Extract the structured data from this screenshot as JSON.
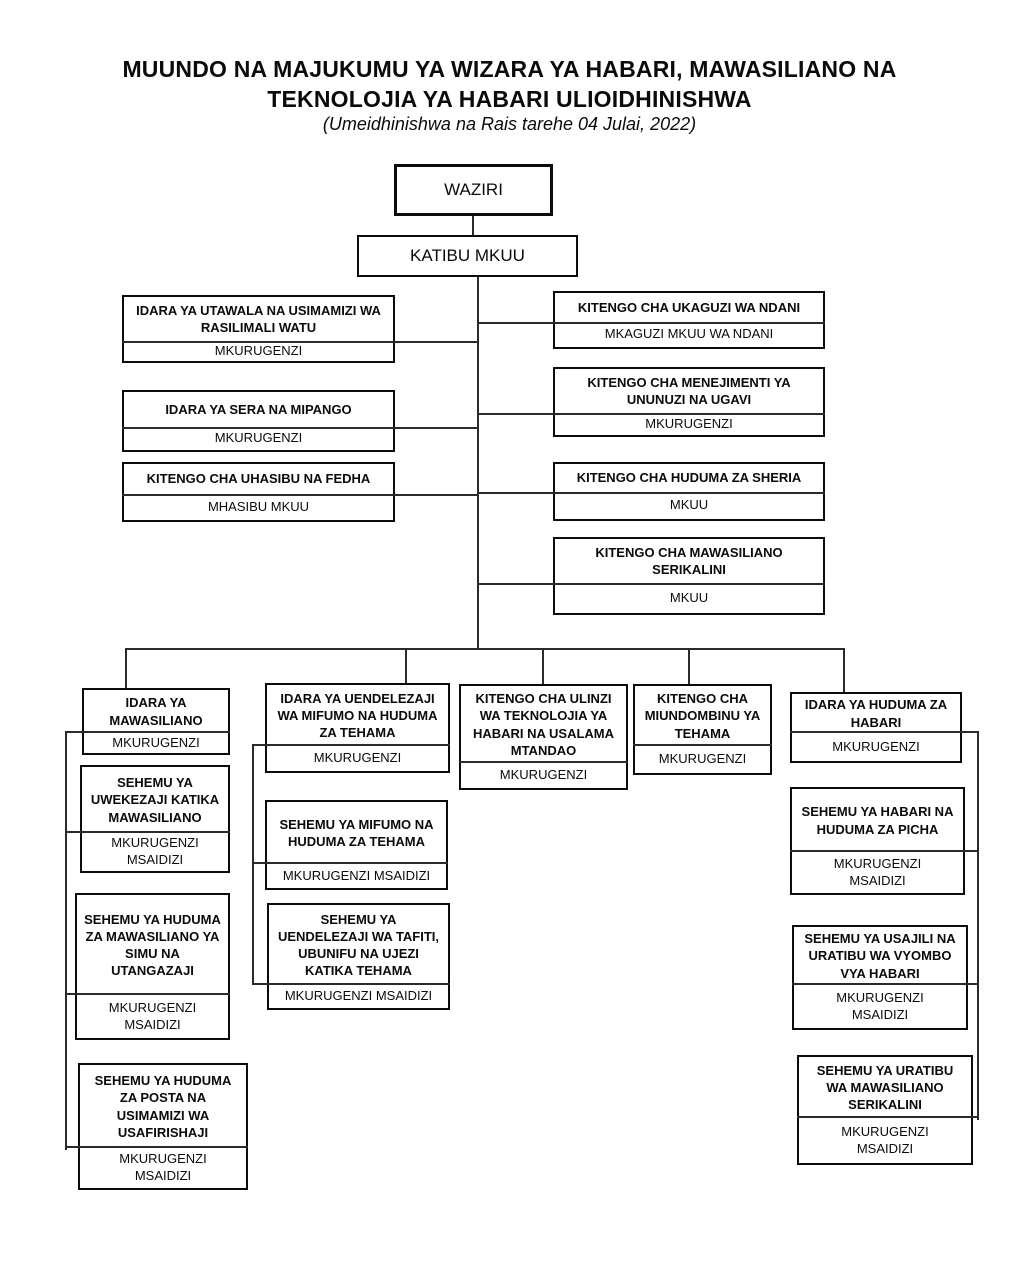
{
  "header": {
    "title": "MUUNDO NA MAJUKUMU YA WIZARA YA HABARI, MAWASILIANO NA TEKNOLOJIA YA HABARI ULIOIDHINISHWA",
    "subtitle": "(Umeidhinishwa na Rais tarehe 04 Julai, 2022)"
  },
  "org": {
    "waziri": {
      "title": "WAZIRI"
    },
    "katibu_mkuu": {
      "title": "KATIBU MKUU"
    },
    "left_column": [
      {
        "title": "IDARA YA UTAWALA NA USIMAMIZI WA RASILIMALI WATU",
        "role": "MKURUGENZI"
      },
      {
        "title": "IDARA YA SERA NA MIPANGO",
        "role": "MKURUGENZI"
      },
      {
        "title": "KITENGO CHA UHASIBU NA FEDHA",
        "role": "MHASIBU MKUU"
      }
    ],
    "right_column": [
      {
        "title": "KITENGO CHA UKAGUZI WA NDANI",
        "role": "MKAGUZI MKUU WA NDANI"
      },
      {
        "title": "KITENGO CHA MENEJIMENTI YA UNUNUZI NA UGAVI",
        "role": "MKURUGENZI"
      },
      {
        "title": "KITENGO CHA HUDUMA ZA SHERIA",
        "role": "MKUU"
      },
      {
        "title": "KITENGO CHA MAWASILIANO SERIKALINI",
        "role": "MKUU"
      }
    ],
    "bottom_columns": [
      {
        "boxes": [
          {
            "title": "IDARA YA MAWASILIANO",
            "role": "MKURUGENZI"
          },
          {
            "title": "SEHEMU YA UWEKEZAJI KATIKA MAWASILIANO",
            "role": "MKURUGENZI MSAIDIZI"
          },
          {
            "title": "SEHEMU YA HUDUMA ZA MAWASILIANO YA SIMU NA UTANGAZAJI",
            "role": "MKURUGENZI MSAIDIZI"
          },
          {
            "title": "SEHEMU YA HUDUMA ZA POSTA NA USIMAMIZI WA USAFIRISHAJI",
            "role": "MKURUGENZI MSAIDIZI"
          }
        ]
      },
      {
        "boxes": [
          {
            "title": "IDARA YA UENDELEZAJI WA MIFUMO NA HUDUMA ZA TEHAMA",
            "role": "MKURUGENZI"
          },
          {
            "title": "SEHEMU YA MIFUMO NA HUDUMA ZA TEHAMA",
            "role": "MKURUGENZI MSAIDIZI"
          },
          {
            "title": "SEHEMU YA UENDELEZAJI WA TAFITI, UBUNIFU NA UJEZI KATIKA TEHAMA",
            "role": "MKURUGENZI MSAIDIZI"
          }
        ]
      },
      {
        "boxes": [
          {
            "title": "KITENGO CHA ULINZI WA TEKNOLOJIA YA HABARI NA USALAMA MTANDAO",
            "role": "MKURUGENZI"
          }
        ]
      },
      {
        "boxes": [
          {
            "title": "KITENGO CHA MIUNDOMBINU YA TEHAMA",
            "role": "MKURUGENZI"
          }
        ]
      },
      {
        "boxes": [
          {
            "title": "IDARA YA HUDUMA ZA HABARI",
            "role": "MKURUGENZI"
          },
          {
            "title": "SEHEMU YA HABARI NA HUDUMA ZA PICHA",
            "role": "MKURUGENZI MSAIDIZI"
          },
          {
            "title": "SEHEMU YA USAJILI NA URATIBU WA VYOMBO VYA HABARI",
            "role": "MKURUGENZI MSAIDIZI"
          },
          {
            "title": "SEHEMU YA URATIBU WA MAWASILIANO SERIKALINI",
            "role": "MKURUGENZI MSAIDIZI"
          }
        ]
      }
    ]
  }
}
